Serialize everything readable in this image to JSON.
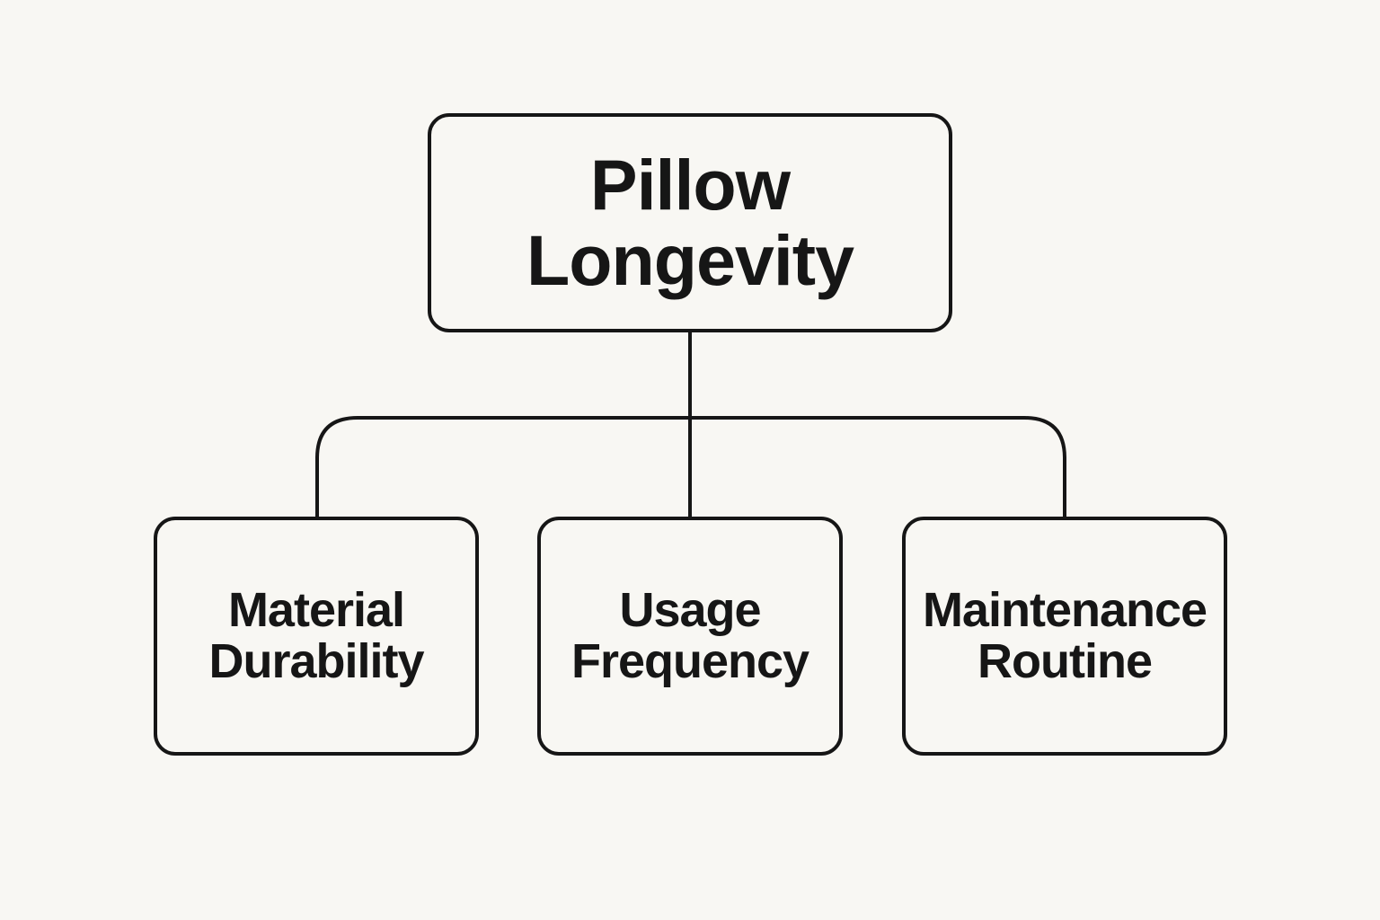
{
  "diagram": {
    "type": "hierarchy",
    "root": {
      "lines": [
        "Pillow",
        "Longevity"
      ]
    },
    "children": [
      {
        "lines": [
          "Material",
          "Durability"
        ]
      },
      {
        "lines": [
          "Usage",
          "Frequency"
        ]
      },
      {
        "lines": [
          "Maintenance",
          "Routine"
        ]
      }
    ],
    "colors": {
      "background": "#f8f7f3",
      "stroke": "#161616",
      "text": "#161616"
    }
  }
}
